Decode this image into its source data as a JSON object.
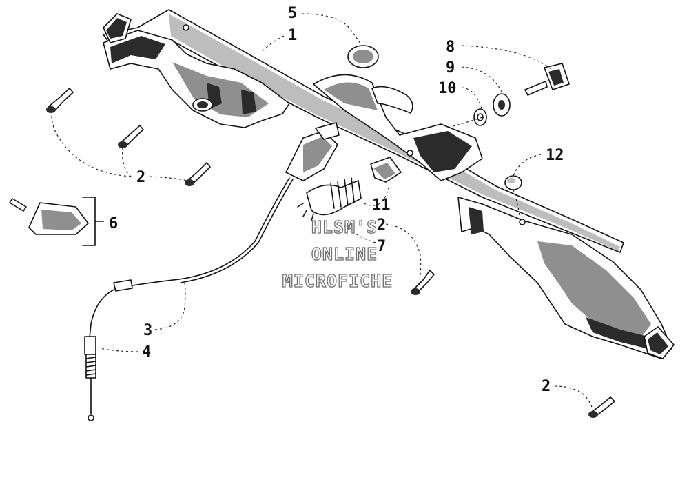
{
  "callouts": {
    "c1": "1",
    "c2a": "2",
    "c2b": "2",
    "c2c": "2",
    "c3": "3",
    "c4": "4",
    "c5": "5",
    "c6": "6",
    "c7": "7",
    "c8": "8",
    "c9": "9",
    "c10": "10",
    "c11": "11",
    "c12": "12"
  },
  "watermark": {
    "line1": "HLSM'S",
    "line2": "ONLINE",
    "line3": "MICROFICHE"
  }
}
